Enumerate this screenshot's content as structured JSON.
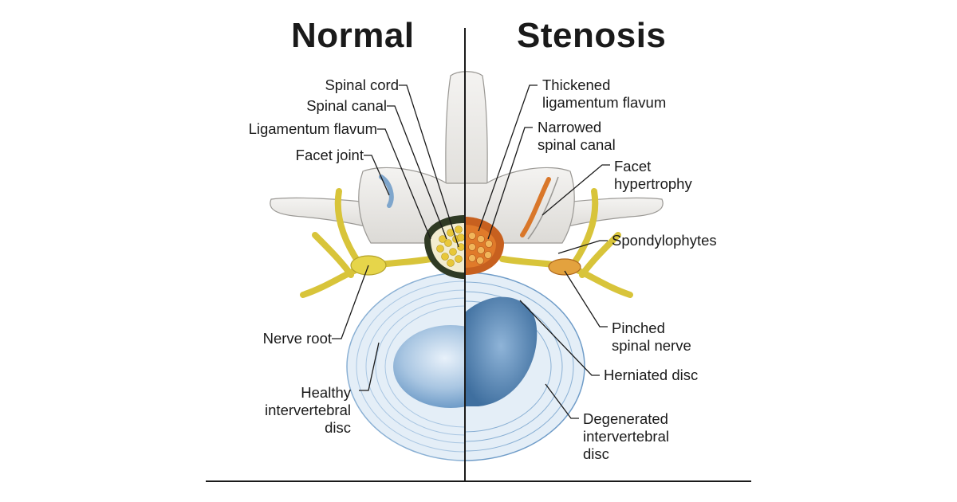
{
  "titles": {
    "left": "Normal",
    "right": "Stenosis"
  },
  "labels_left": {
    "spinal_cord": "Spinal cord",
    "spinal_canal": "Spinal canal",
    "ligamentum_flavum": "Ligamentum flavum",
    "facet_joint": "Facet joint",
    "nerve_root": "Nerve root",
    "healthy_disc": "Healthy\nintervertebral\ndisc"
  },
  "labels_right": {
    "thickened_lf": "Thickened\nligamentum flavum",
    "narrowed_canal": "Narrowed\nspinal canal",
    "facet_hypertrophy": "Facet\nhypertrophy",
    "spondylophytes": "Spondylophytes",
    "pinched_nerve": "Pinched\nspinal nerve",
    "herniated_disc": "Herniated disc",
    "degenerated_disc": "Degenerated\nintervertebral\ndisc"
  },
  "colors": {
    "bone": "#ecebe9",
    "disc": "#cfe0ef",
    "nucleus": "#6f9cc8",
    "nerve": "#d8c43a",
    "thickened": "#d9772a",
    "line": "#1a1a1a"
  }
}
